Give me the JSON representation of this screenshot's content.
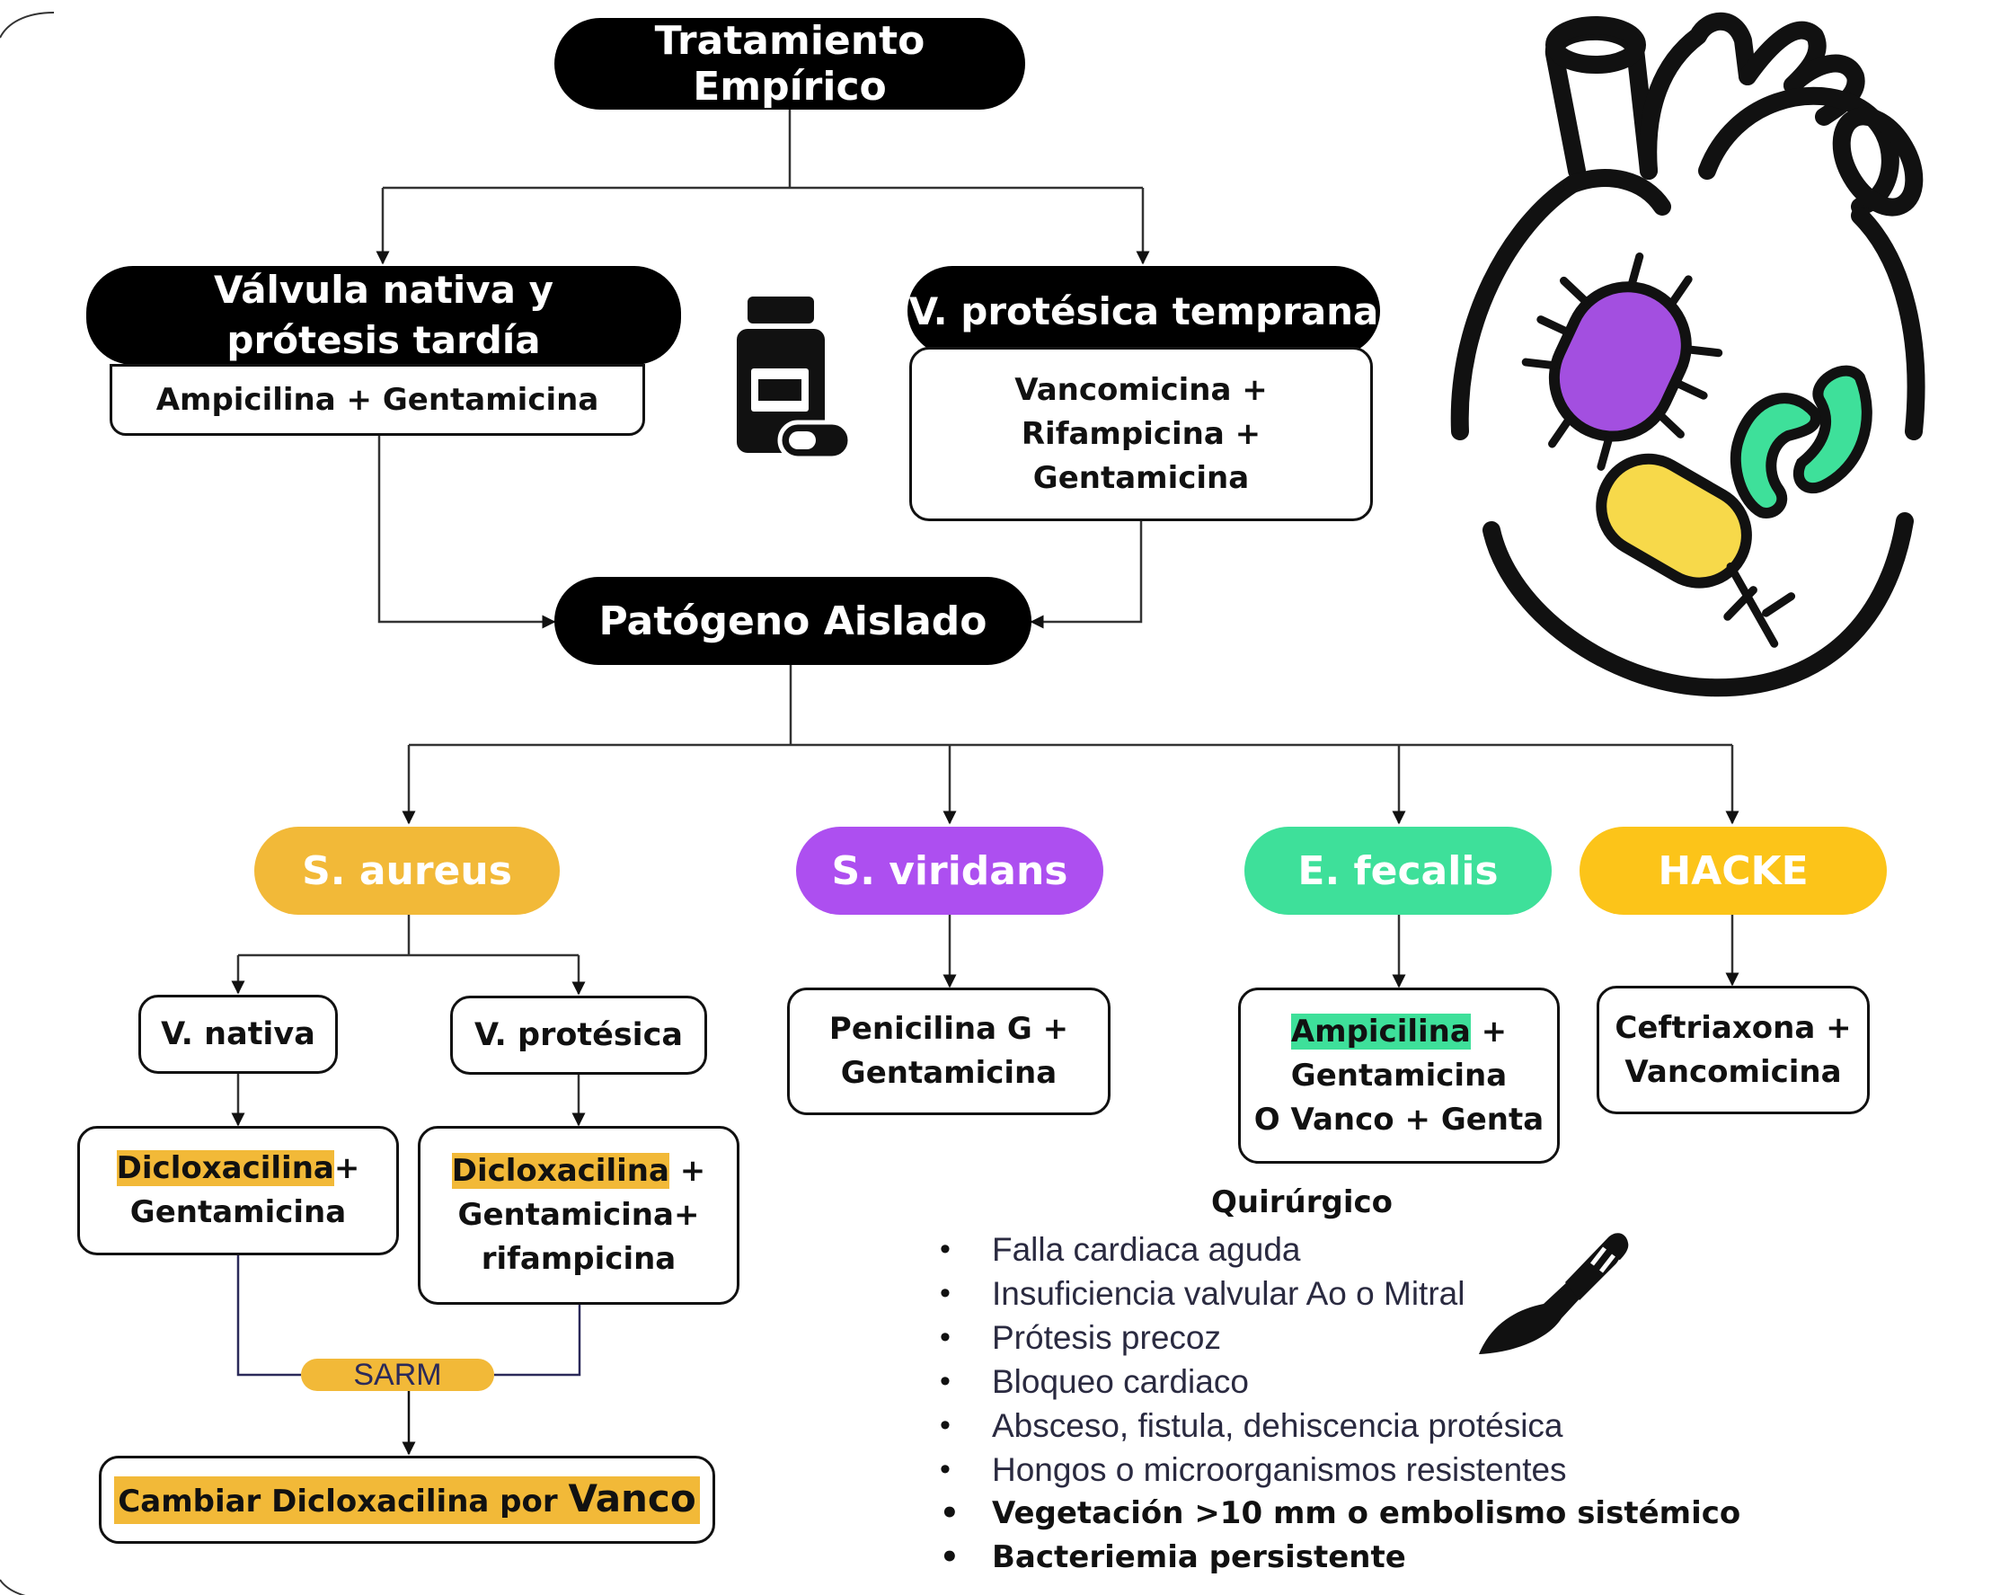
{
  "root": {
    "label": "Tratamiento Empírico"
  },
  "native": {
    "title": "Válvula nativa y prótesis tardía",
    "regimen": "Ampicilina + Gentamicina"
  },
  "early": {
    "title": "V. protésica temprana",
    "regimen": [
      "Vancomicina +",
      "Rifampicina +",
      "Gentamicina"
    ]
  },
  "pathogen": {
    "label": "Patógeno Aislado"
  },
  "organisms": [
    {
      "name": "S. aureus",
      "color": "#f2b938"
    },
    {
      "name": "S. viridans",
      "color": "#ad4ff0"
    },
    {
      "name": "E. fecalis",
      "color": "#3ee09a"
    },
    {
      "name": "HACKE",
      "color": "#fcc419"
    }
  ],
  "aureus": {
    "native_label": "V. nativa",
    "prosthetic_label": "V. protésica",
    "native_regimen": {
      "drug": "Dicloxacilina",
      "plus": "+",
      "line2": "Gentamicina"
    },
    "prosthetic_regimen": {
      "drug": "Dicloxacilina",
      "plus": " +",
      "line2": "Gentamicina+",
      "line3": "rifampicina"
    },
    "sarm": "SARM",
    "change": {
      "text": "Cambiar Dicloxacilina por ",
      "emph": "Vanco"
    }
  },
  "viridans_regimen": [
    "Penicilina G +",
    "Gentamicina"
  ],
  "fecalis_regimen": {
    "drug": "Ampicilina",
    "plus": " +",
    "line2": "Gentamicina",
    "line3": "O Vanco + Genta"
  },
  "hacke_regimen": [
    "Ceftriaxona +",
    "Vancomicina"
  ],
  "surgery": {
    "title": "Quirúrgico",
    "items": [
      {
        "text": "Falla cardiaca aguda",
        "bold": false
      },
      {
        "text": "Insuficiencia valvular Ao o Mitral",
        "bold": false
      },
      {
        "text": "Prótesis precoz",
        "bold": false
      },
      {
        "text": "Bloqueo cardiaco",
        "bold": false
      },
      {
        "text": "Absceso, fistula, dehiscencia protésica",
        "bold": false
      },
      {
        "text": "Hongos o microorganismos resistentes",
        "bold": false
      },
      {
        "text": "Vegetación >10 mm o embolismo sistémico",
        "bold": true
      },
      {
        "text": "Bacteriemia persistente",
        "bold": true
      }
    ]
  },
  "icons": [
    "pill-bottle-icon",
    "heart-bacteria-icon",
    "scalpel-icon"
  ]
}
